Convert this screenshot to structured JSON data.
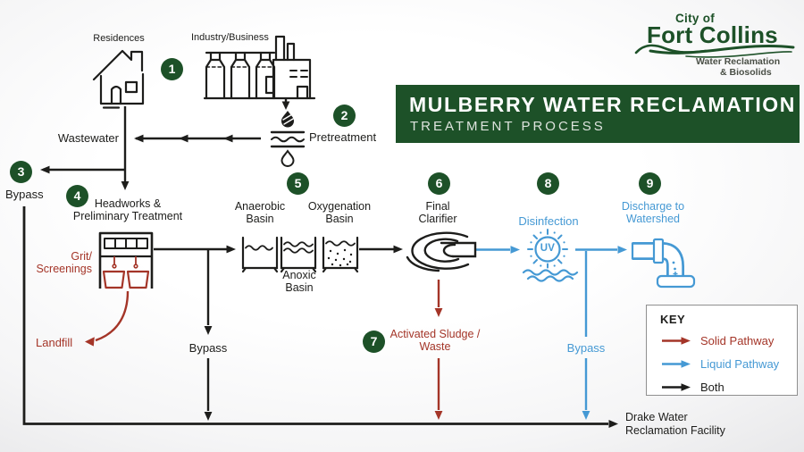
{
  "colors": {
    "green": "#1d5128",
    "red": "#a43528",
    "blue": "#4599d4",
    "ink": "#1d1d1b"
  },
  "logo": {
    "city_of": "City of",
    "city_name": "Fort Collins",
    "dept_line1": "Water Reclamation",
    "dept_line2": "& Biosolids"
  },
  "banner": {
    "title": "MULBERRY WATER RECLAMATION",
    "subtitle": "TREATMENT PROCESS"
  },
  "steps": {
    "s1": {
      "num": "1"
    },
    "s2": {
      "num": "2"
    },
    "s3": {
      "num": "3"
    },
    "s4": {
      "num": "4"
    },
    "s5": {
      "num": "5"
    },
    "s6": {
      "num": "6"
    },
    "s7": {
      "num": "7"
    },
    "s8": {
      "num": "8"
    },
    "s9": {
      "num": "9"
    }
  },
  "labels": {
    "residences": "Residences",
    "industry": "Industry/Business",
    "wastewater": "Wastewater",
    "pretreatment": "Pretreatment",
    "bypass_left": "Bypass",
    "headworks": "Headworks &\nPreliminary Treatment",
    "grit": "Grit/\nScreenings",
    "landfill": "Landfill",
    "anaerobic": "Anaerobic\nBasin",
    "oxygenation": "Oxygenation\nBasin",
    "anoxic": "Anoxic\nBasin",
    "bypass_mid": "Bypass",
    "final_clarifier": "Final\nClarifier",
    "activated_sludge": "Activated Sludge /\nWaste",
    "disinfection": "Disinfection",
    "discharge": "Discharge to\nWatershed",
    "bypass_blue": "Bypass",
    "drake": "Drake Water\nReclamation Facility",
    "uv": "UV"
  },
  "key": {
    "title": "KEY",
    "items": [
      {
        "label": "Solid Pathway",
        "color": "#a43528",
        "kind": "solid"
      },
      {
        "label": "Liquid Pathway",
        "color": "#4599d4",
        "kind": "liquid"
      },
      {
        "label": "Both",
        "color": "#1d1d1b",
        "kind": "both"
      }
    ]
  }
}
